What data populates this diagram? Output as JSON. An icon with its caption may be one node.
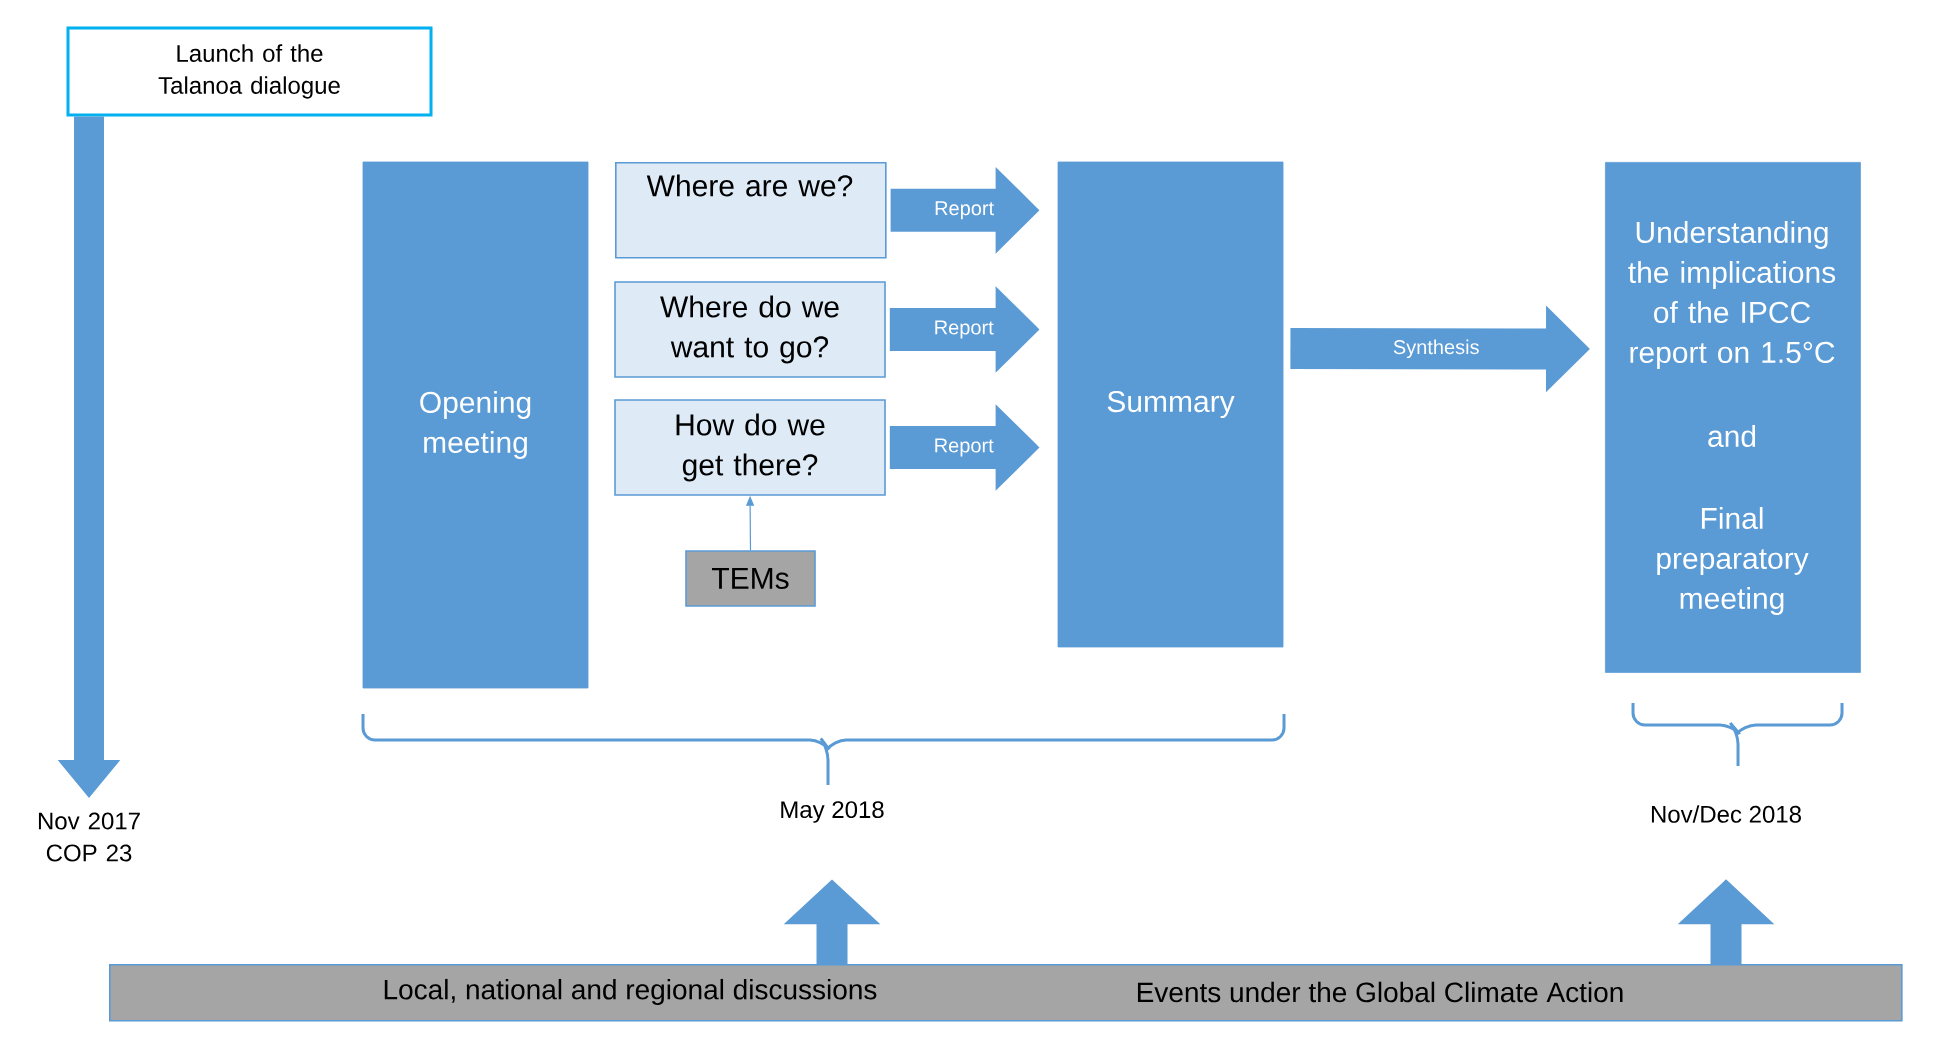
{
  "diagram": {
    "nodes": [
      {
        "text": [
          "Launch of the Talanoa dialogue"
        ]
      },
      {
        "text": [
          "Opening meeting"
        ]
      },
      {
        "text": [
          "Where are we?"
        ]
      },
      {
        "text": [
          "Where do we want to go?"
        ]
      },
      {
        "text": [
          "How do we get there?"
        ]
      },
      {
        "text": [
          "TEMs"
        ]
      },
      {
        "text": [
          "Summary"
        ]
      },
      {
        "text": [
          "Understanding the implications of the IPCC report on 1.5°C",
          "and",
          "Final preparatory meeting"
        ]
      },
      {
        "text": [
          "Nov 2017 COP 23"
        ]
      },
      {
        "text": [
          "May 2018"
        ]
      },
      {
        "text": [
          "Nov/Dec 2018"
        ]
      },
      {
        "text": [
          "Local, national and regional discussions",
          "Events under the Global Climate Action"
        ]
      }
    ],
    "edges": [
      {
        "from": 0,
        "to": 8,
        "arrow": "to"
      },
      {
        "from": 2,
        "to": 6,
        "arrow": "to",
        "label": "Report"
      },
      {
        "from": 3,
        "to": 6,
        "arrow": "to",
        "label": "Report"
      },
      {
        "from": 4,
        "to": 6,
        "arrow": "to",
        "label": "Report"
      },
      {
        "from": 6,
        "to": 7,
        "arrow": "to",
        "label": "Synthesis"
      },
      {
        "from": 5,
        "to": 4,
        "arrow": "to"
      },
      {
        "from": 11,
        "to": 9,
        "arrow": "to"
      },
      {
        "from": 11,
        "to": 10,
        "arrow": "to"
      }
    ]
  }
}
